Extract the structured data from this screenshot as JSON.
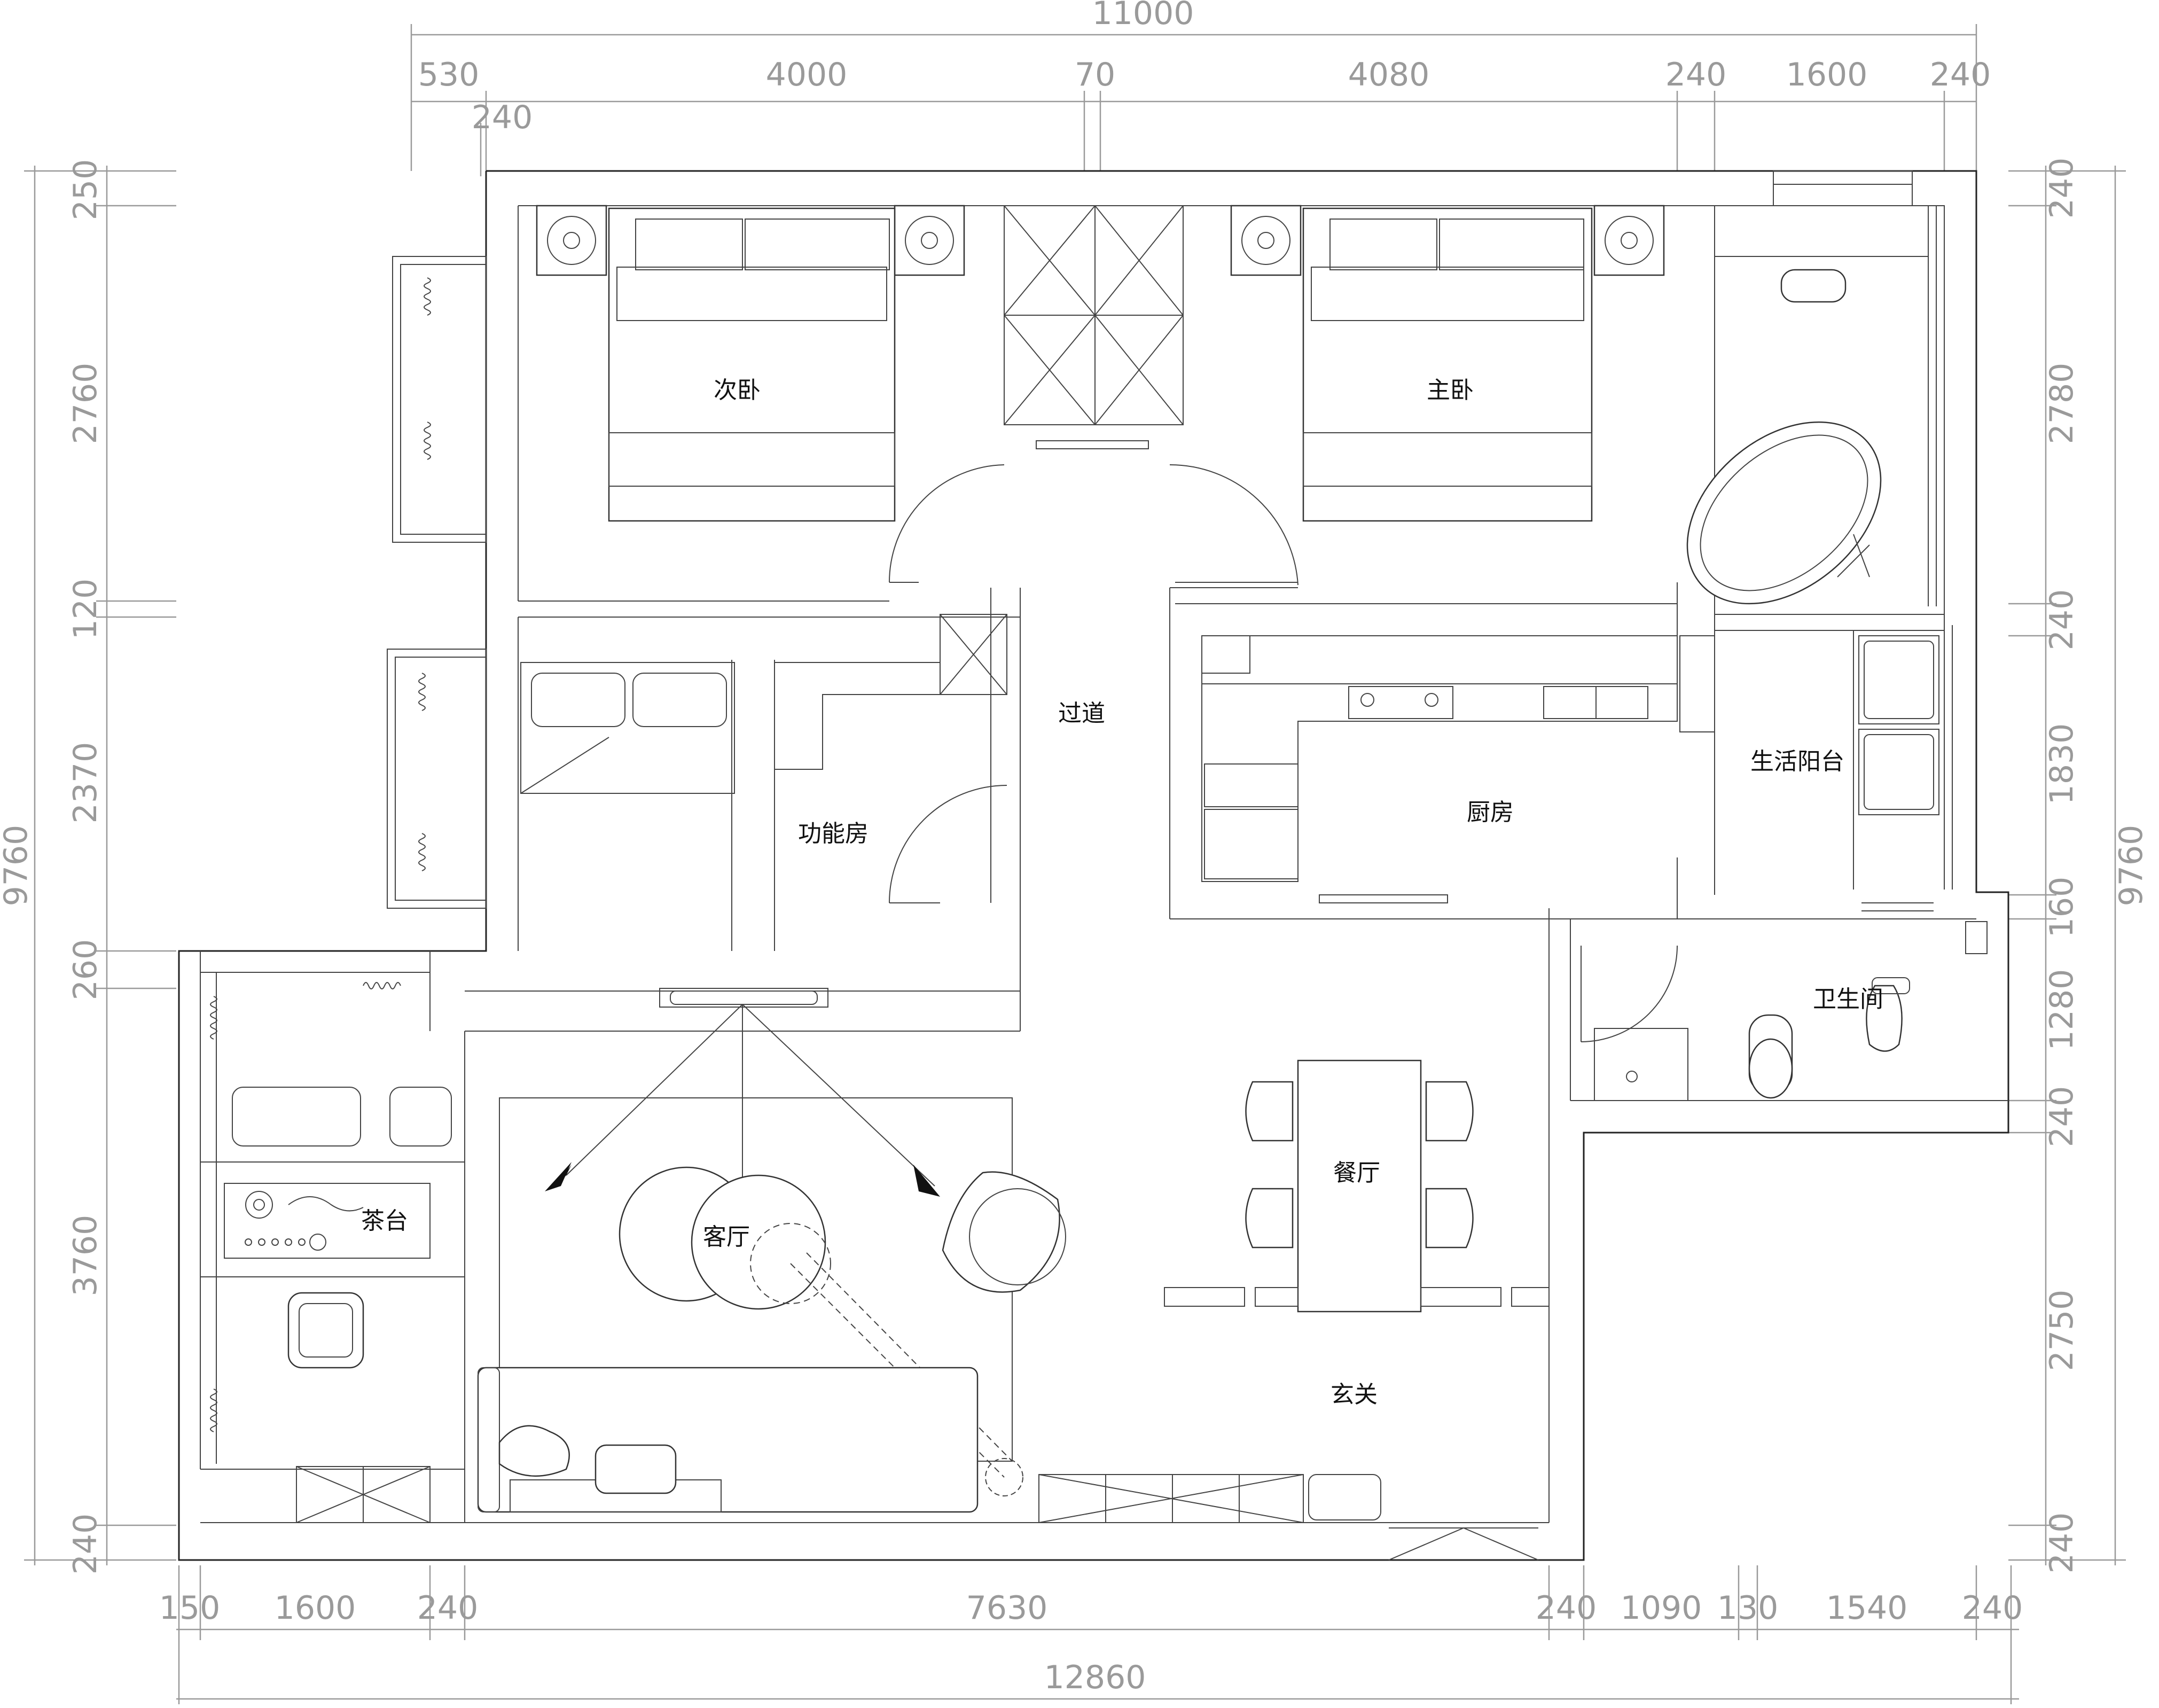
{
  "dims": {
    "top_total": "11000",
    "top": [
      "530",
      "4000",
      "70",
      "4080",
      "240",
      "1600",
      "240"
    ],
    "top_sub": "240",
    "left_total": "9760",
    "left": [
      "250",
      "2760",
      "120",
      "2370",
      "260",
      "3760",
      "240"
    ],
    "right_total": "9760",
    "right": [
      "240",
      "2780",
      "240",
      "1830",
      "160",
      "1280",
      "240",
      "2750",
      "240"
    ],
    "bottom_total": "12860",
    "bottom": [
      "150",
      "1600",
      "240",
      "7630",
      "240",
      "1090",
      "130",
      "1540",
      "240"
    ]
  },
  "rooms": {
    "second_bedroom": "次卧",
    "master_bedroom": "主卧",
    "corridor": "过道",
    "function_room": "功能房",
    "kitchen": "厨房",
    "utility_balcony": "生活阳台",
    "bathroom": "卫生间",
    "tea_table": "茶台",
    "living_room": "客厅",
    "dining_room": "餐厅",
    "foyer": "玄关"
  }
}
